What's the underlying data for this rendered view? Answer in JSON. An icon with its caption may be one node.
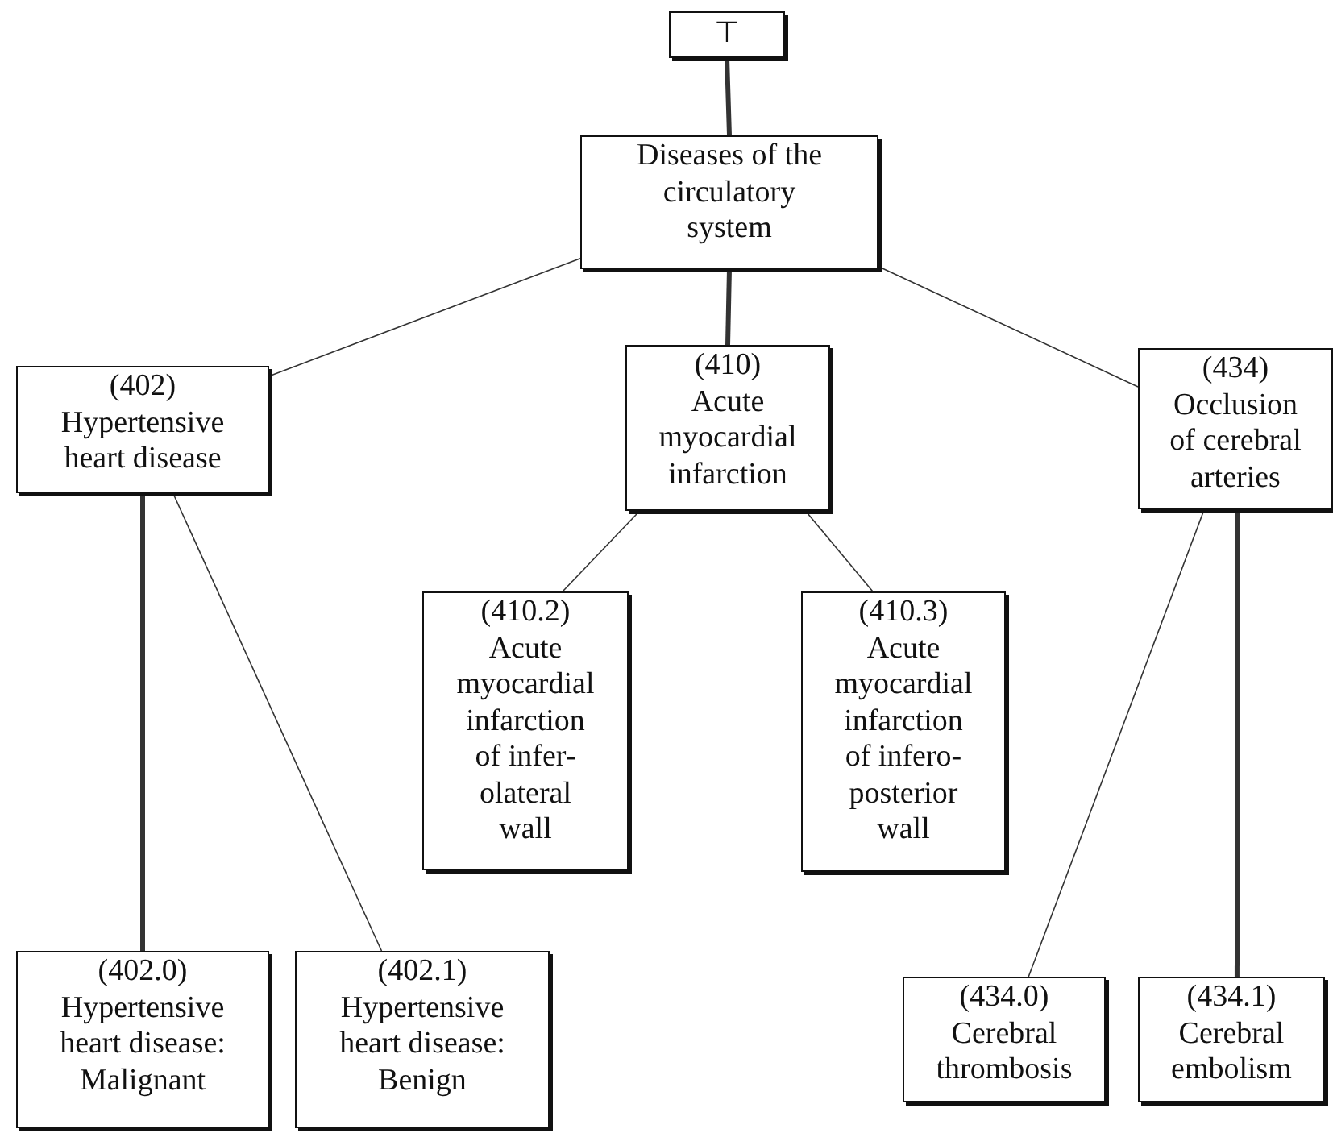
{
  "diagram": {
    "nodes": [
      {
        "text": [
          "⊤"
        ]
      },
      {
        "text": [
          "Diseases of the circulatory system"
        ]
      },
      {
        "text": [
          "(402)",
          "Hypertensive heart disease"
        ]
      },
      {
        "text": [
          "(410)",
          "Acute myocardial infarction"
        ]
      },
      {
        "text": [
          "(434)",
          "Occlusion of cerebral arteries"
        ]
      },
      {
        "text": [
          "(410.2)",
          "Acute myocardial infarction of infer-olateral wall"
        ]
      },
      {
        "text": [
          "(410.3)",
          "Acute myocardial infarction of infero-posterior wall"
        ]
      },
      {
        "text": [
          "(402.0)",
          "Hypertensive heart disease: Malignant"
        ]
      },
      {
        "text": [
          "(402.1)",
          "Hypertensive heart disease: Benign"
        ]
      },
      {
        "text": [
          "(434.0)",
          "Cerebral thrombosis"
        ]
      },
      {
        "text": [
          "(434.1)",
          "Cerebral embolism"
        ]
      }
    ],
    "edges": [
      {
        "from": 0,
        "to": 1,
        "arrow": "none",
        "style": "thick"
      },
      {
        "from": 1,
        "to": 2,
        "arrow": "none"
      },
      {
        "from": 1,
        "to": 3,
        "arrow": "none",
        "style": "thick"
      },
      {
        "from": 1,
        "to": 4,
        "arrow": "none"
      },
      {
        "from": 2,
        "to": 7,
        "arrow": "none",
        "style": "thick"
      },
      {
        "from": 2,
        "to": 8,
        "arrow": "none"
      },
      {
        "from": 3,
        "to": 5,
        "arrow": "none"
      },
      {
        "from": 3,
        "to": 6,
        "arrow": "none"
      },
      {
        "from": 4,
        "to": 9,
        "arrow": "none"
      },
      {
        "from": 4,
        "to": 10,
        "arrow": "none",
        "style": "thick"
      }
    ]
  }
}
